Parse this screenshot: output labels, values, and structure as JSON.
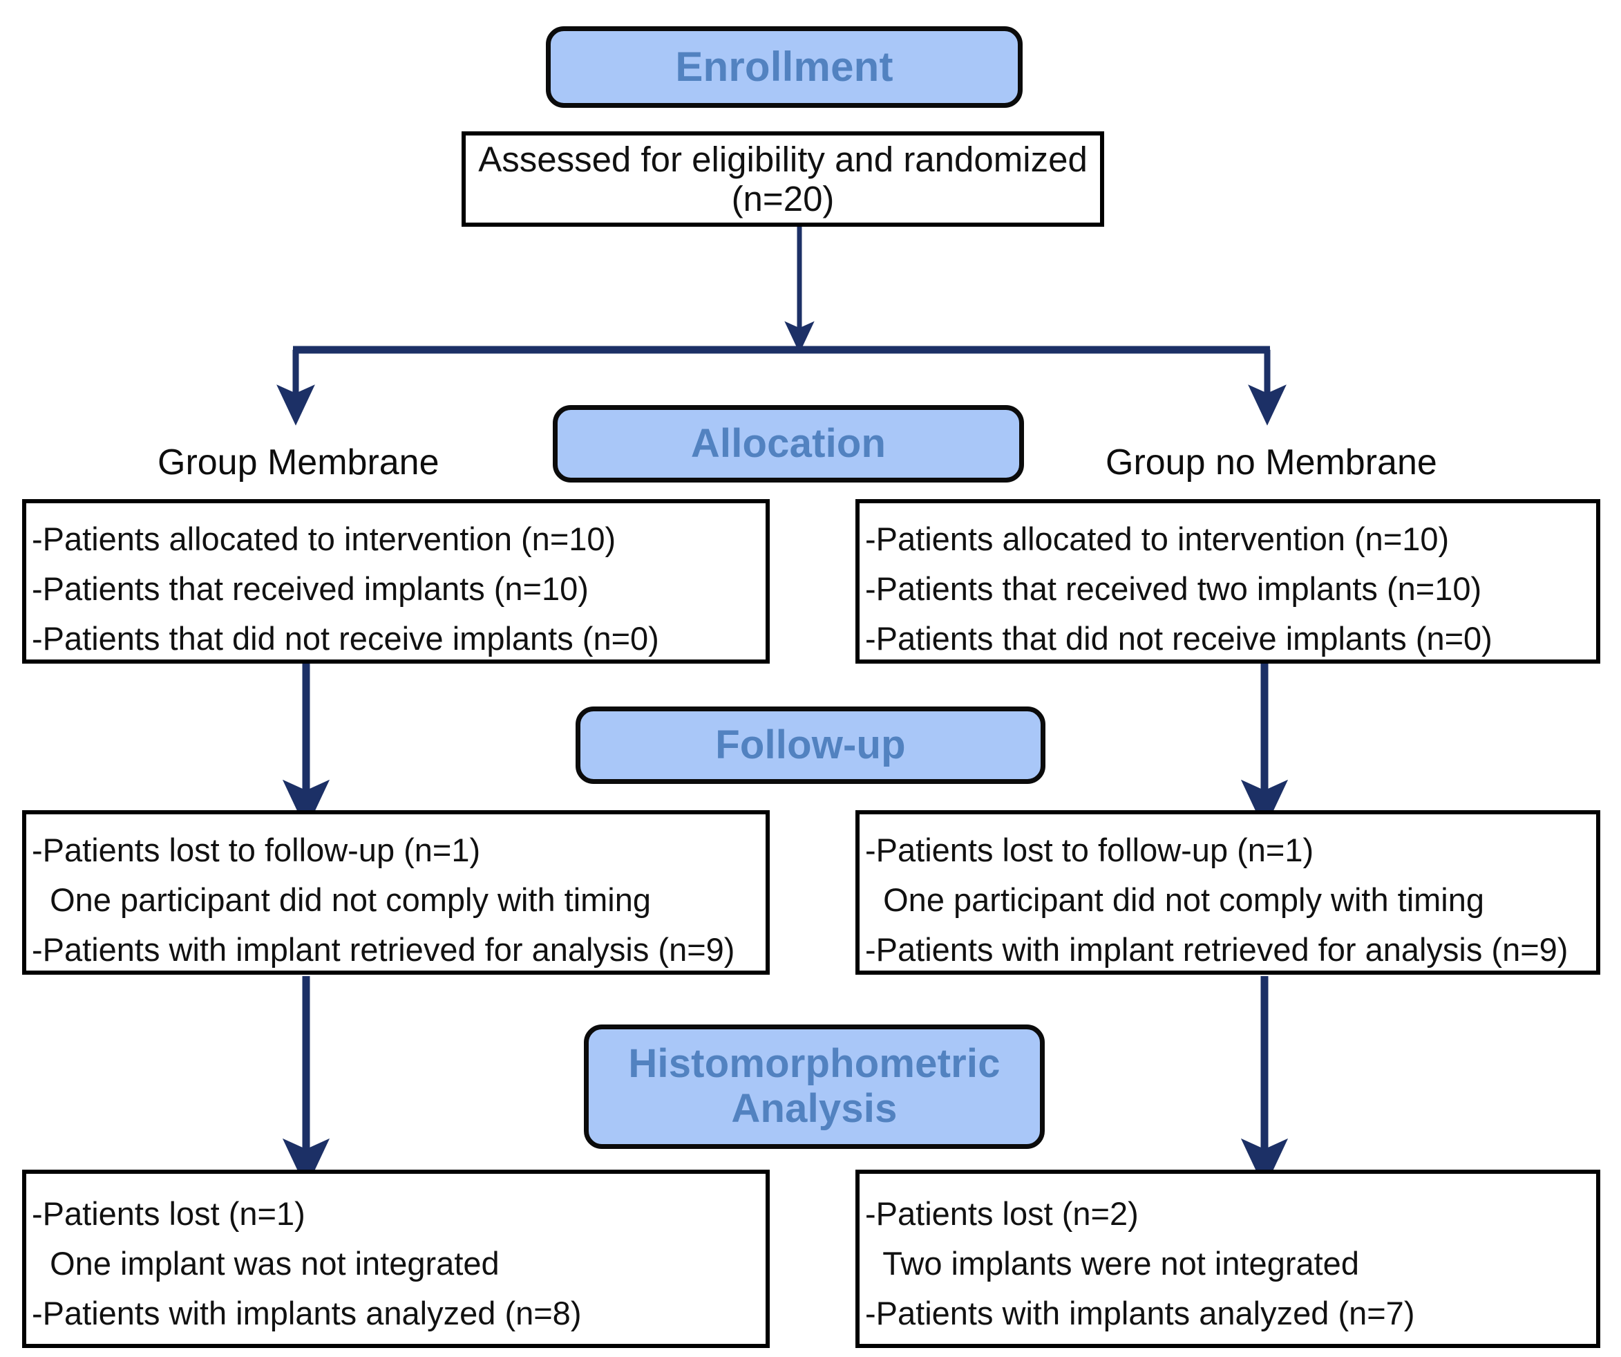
{
  "diagram": {
    "title": "CONSORT participant flow diagram",
    "colors": {
      "pill_fill": "#a9c7f8",
      "pill_text": "#5282c0",
      "pill_border": "#0b0b0b",
      "box_border": "#000000",
      "box_text": "#111111",
      "arrow": "#1c3066"
    }
  },
  "stages": {
    "enrollment": {
      "label": "Enrollment"
    },
    "allocation": {
      "label": "Allocation"
    },
    "followup": {
      "label": "Follow-up"
    },
    "analysis": {
      "line1": "Histomorphometric",
      "line2": "Analysis"
    }
  },
  "enrollment_box": {
    "line1": "Assessed for eligibility and randomized",
    "line2": "(n=20)"
  },
  "arms": {
    "left": {
      "label": "Group Membrane"
    },
    "right": {
      "label": "Group no Membrane"
    }
  },
  "allocation_boxes": {
    "left": {
      "line1": "-Patients allocated to intervention (n=10)",
      "line2": "-Patients that received implants (n=10)",
      "line3": "-Patients that did not receive implants (n=0)"
    },
    "right": {
      "line1": "-Patients allocated to intervention (n=10)",
      "line2": "-Patients that received two implants (n=10)",
      "line3": "-Patients that did not receive implants (n=0)"
    }
  },
  "followup_boxes": {
    "left": {
      "line1": "-Patients lost to follow-up (n=1)",
      "line2": "  One participant did not comply with timing",
      "line3": "-Patients with implant retrieved for analysis (n=9)"
    },
    "right": {
      "line1": "-Patients lost to follow-up (n=1)",
      "line2": "  One participant did not comply with timing",
      "line3": "-Patients with implant retrieved for analysis (n=9)"
    }
  },
  "analysis_boxes": {
    "left": {
      "line1": "-Patients lost (n=1)",
      "line2": "  One implant was not integrated",
      "line3": "-Patients with implants analyzed (n=8)"
    },
    "right": {
      "line1": "-Patients lost (n=2)",
      "line2": "  Two implants were not integrated",
      "line3": "-Patients with implants analyzed (n=7)"
    }
  }
}
